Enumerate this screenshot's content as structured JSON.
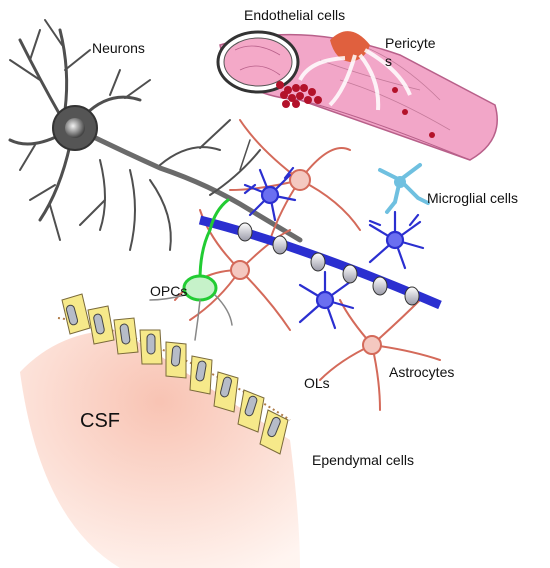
{
  "labels": {
    "neurons": "Neurons",
    "endothelial": "Endothelial cells",
    "pericyte_line1": "Pericyte",
    "pericyte_line2": "s",
    "microglial": "Microglial cells",
    "opcs": "OPCs",
    "astrocytes": "Astrocytes",
    "ols": "OLs",
    "csf": "CSF",
    "ependymal": "Ependymal cells"
  },
  "colors": {
    "neuron": "#6b6b6b",
    "vessel": "#f2a6c8",
    "red_cells": "#b3122a",
    "pericyte": "#e0603e",
    "microglia": "#6fc0e0",
    "oligodendrocyte": "#2b2fd0",
    "opc": "#22cc33",
    "astrocyte": "#d46a5a",
    "csf": "#fbd6c8",
    "ependymal": "#f6e98a"
  }
}
